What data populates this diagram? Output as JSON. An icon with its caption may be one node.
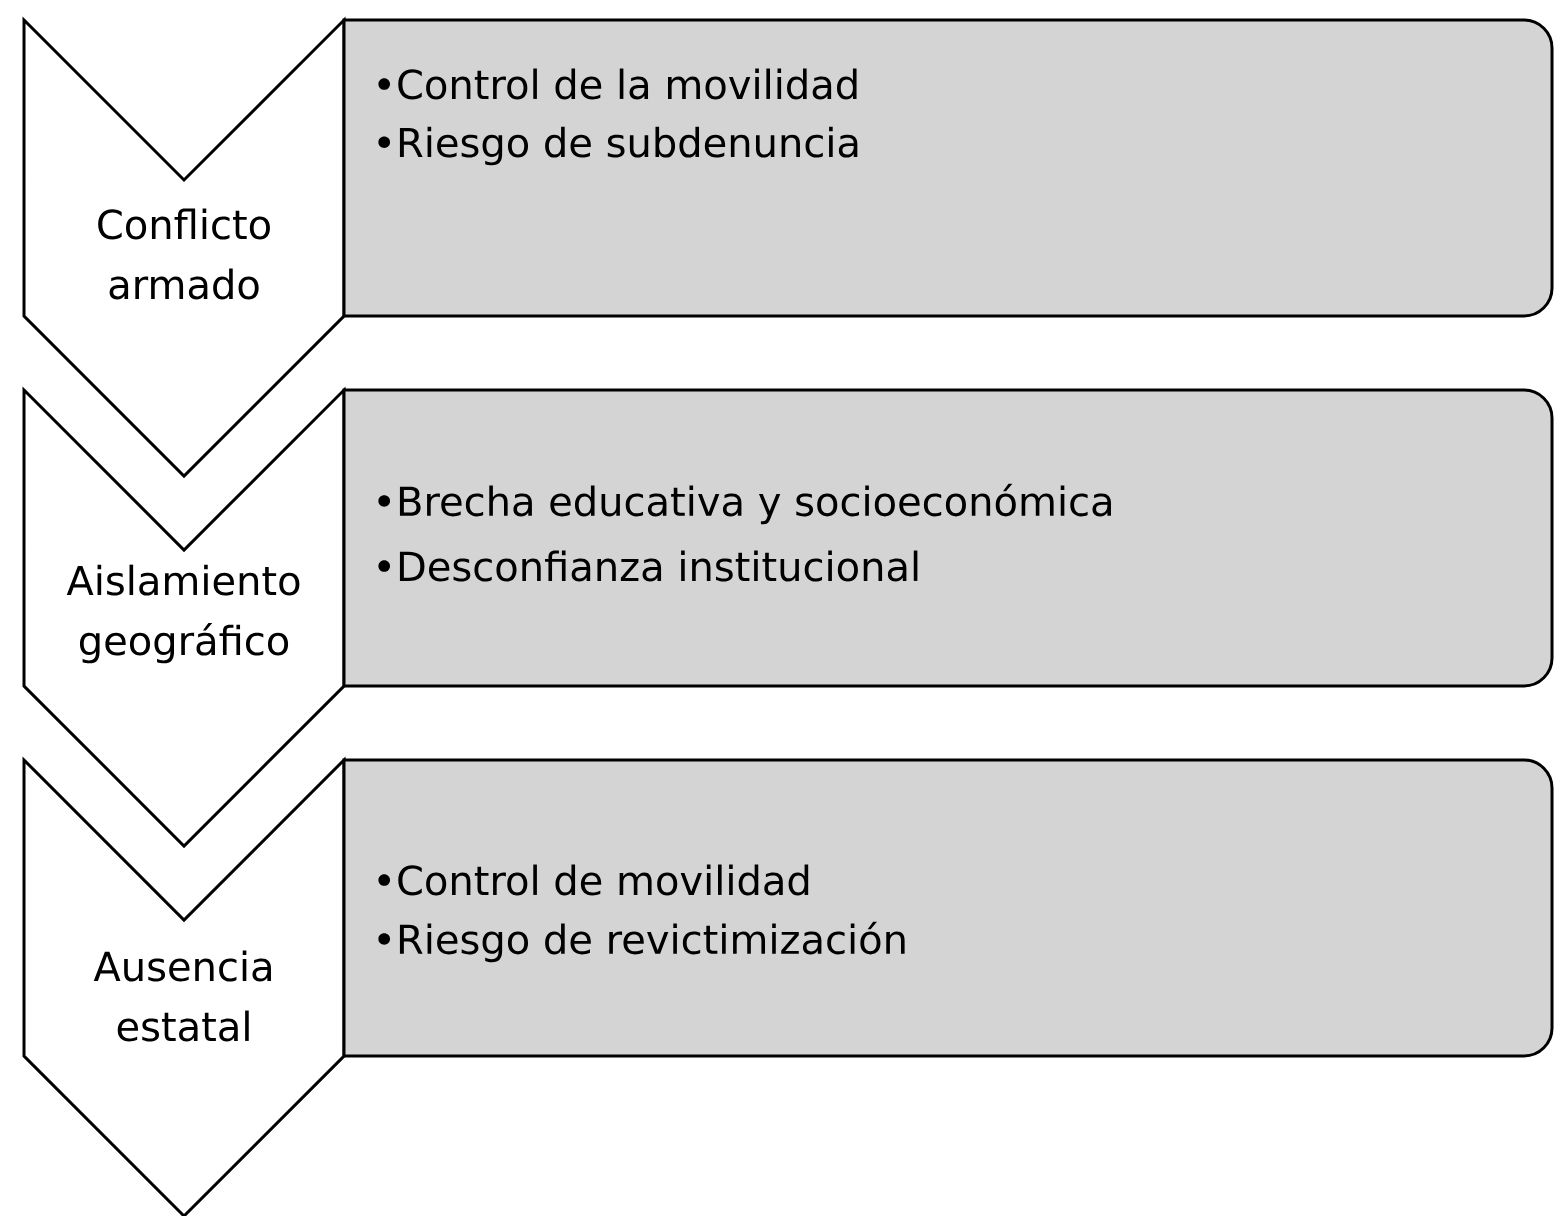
{
  "diagram": {
    "nodes": [
      {
        "text": [
          "Conflicto armado"
        ]
      },
      {
        "text": [
          "•Control de la movilidad",
          "•Riesgo de subdenuncia"
        ]
      },
      {
        "text": [
          "Aislamiento geográfico"
        ]
      },
      {
        "text": [
          "•Brecha educativa y socioeconómica",
          "•Desconfianza institucional"
        ]
      },
      {
        "text": [
          "Ausencia estatal"
        ]
      },
      {
        "text": [
          "•Control de movilidad",
          "•Riesgo de revictimización"
        ]
      }
    ]
  }
}
